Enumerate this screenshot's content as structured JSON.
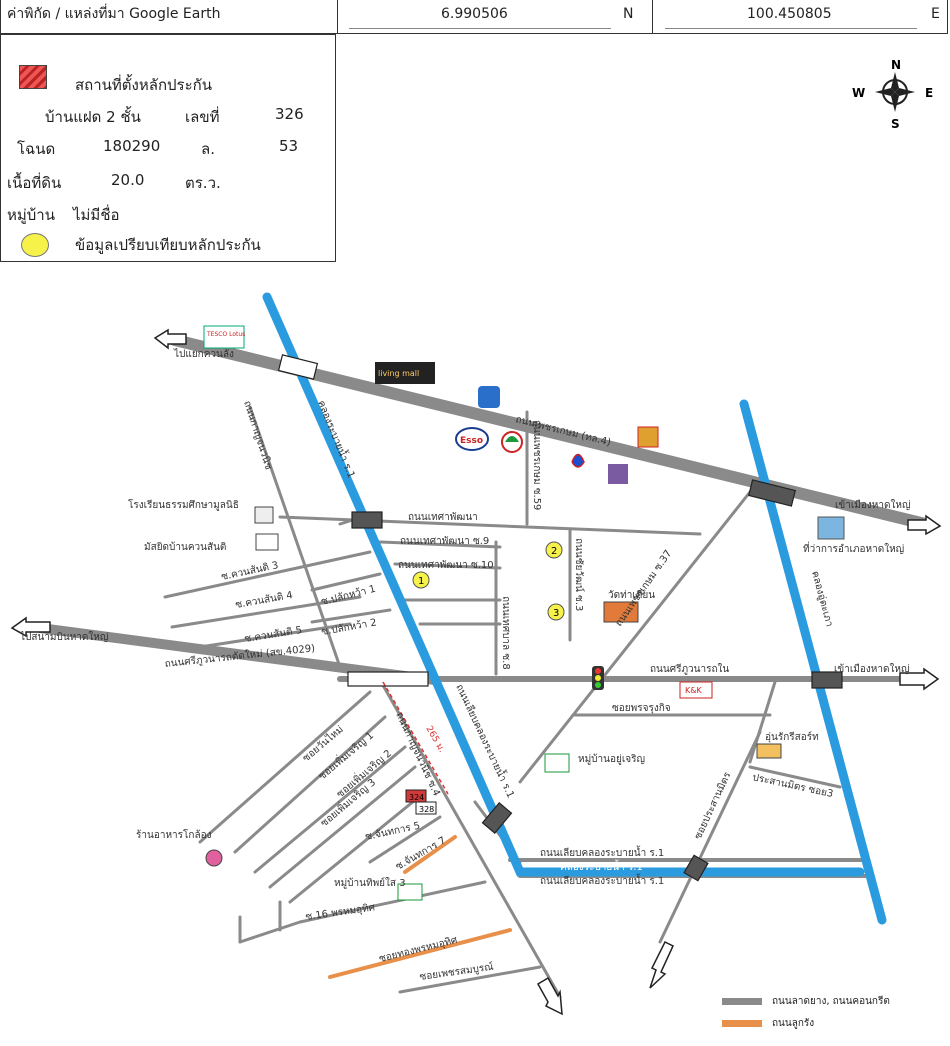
{
  "header": {
    "coords_label": "ค่าพิกัด / แหล่งที่มา Google Earth",
    "latitude": "6.990506",
    "lat_dir": "N",
    "longitude": "100.450805",
    "lon_dir": "E"
  },
  "legend": {
    "collateral_label": "สถานที่ตั้งหลักประกัน",
    "building_type": "บ้านแฝด 2 ชั้น",
    "number_label": "เลขที่",
    "number_value": "326",
    "deed_label": "โฉนด",
    "deed_value": "180290",
    "lot_label": "ล.",
    "lot_value": "53",
    "area_label": "เนื้อที่ดิน",
    "area_value": "20.0",
    "area_unit": "ตร.ว.",
    "village_label": "หมู่บ้าน",
    "village_value": "ไม่มีชื่อ",
    "comparison_label": "ข้อมูลเปรียบเทียบหลักประกัน"
  },
  "compass": {
    "n": "N",
    "s": "S",
    "w": "W",
    "e": "E"
  },
  "map": {
    "colors": {
      "road": "#8a8a8a",
      "canal": "#2b9be0",
      "dirt": "#e8904a",
      "comparison": "#f6f24a",
      "property": "#d23a3a"
    },
    "labels": {
      "petchkasem_road": "ถนนเพชรเกษม (ทล.4)",
      "to_tesco": "ไปแยกควนลัง",
      "tesco": "TESCO Lotus",
      "living_mall": "living mall",
      "to_hatyai_top": "เข้าเมืองหาดใหญ่",
      "to_hatyai_mid": "เข้าเมืองหาดใหญ่",
      "to_airport": "ไปสนามบินหาดใหญ่",
      "district_office": "ที่ว่าการอำเภอหาดใหญ่",
      "school": "โรงเรียนธรรมศึกษามูลนิธิ",
      "mosque": "มัสยิดบ้านควนสันติ",
      "thetsaphatthana": "ถนนเทศาพัฒนา",
      "thetsaphatthana_9": "ถนนเทศาพัฒนา ซ.9",
      "thetsaphatthana_10": "ถนนเทศาพัฒนา ซ.10",
      "kuanshanti_3": "ซ.ควนสันติ 3",
      "kuanshanti_4": "ซ.ควนสันติ 4",
      "kuanshanti_5": "ซ.ควนสันติ 5",
      "plakhaow_1": "ซ.ปลักหว้า 1",
      "plakhaow_2": "ซ.ปลักหว้า 2",
      "phukhamanusorn": "ถนนกาญจนวนิช",
      "road_kuanlang": "ถนนควนลัง ซ.17",
      "phetkasem_59": "ถนนเพชรเกษม ซ.59",
      "chuenprasert": "ถนนเทศบาล ซ.8",
      "chaiwan_3": "ถนนชัยวัฒน์ ซ.3",
      "phetkasem_37": "ถนนเพชรเกษม ซ.37",
      "wat_tha_kian": "วัดท่าเคียน",
      "srikusuan": "ถนนศรีภูวนารถใน",
      "airport_road": "ถนนศรีภูวนารถตัดใหม่ (สข.4029)",
      "canal_road_r1": "ถนนเลียบคลองระบายน้ำ ร.1",
      "canal_road_r1b": "ถนนเลียบคลองระบายน้ำ ร.1",
      "canal_r1": "คลองระบายน้ำ ร.1",
      "canal_r1_left": "คลองระบายน้ำ ร.1",
      "canal_r1_right": "คลองอู่ตะเภา",
      "soi_charoensuk": "ซอยพรจรุงกิจ",
      "village_yoocharoen": "หมู่บ้านอยู่เจริญ",
      "unan_resort": "อุ่นรักรีสอร์ท",
      "prasarn_3": "ประสานมิตร ซอย3",
      "soi_prasarn": "ซอยประสานมิตร",
      "soi_wanmai": "ซอยวันไหม่",
      "soi_thiem_1": "ซอยเพิ่มเจริญ 1",
      "soi_thiem_2": "ซอยเพิ่มเจริญ 2",
      "soi_thiem_3": "ซอยเพิ่มเจริญ 3",
      "restaurant": "ร้านอาหารโกล้อง",
      "kanchanawanich_4": "ถนนกาญจนวนิช ซ.4",
      "distance": "265 ม.",
      "house_a": "324",
      "house_b": "328",
      "chanthakan_5": "ซ.จันทการ 5",
      "chanthakan_7": "ซ.จันทการ 7",
      "village_thipsai": "หมู่บ้านทิพย์ใส 3",
      "phromuthit_16": "ซ.16 พรหมอุทิศ",
      "soi_thong_phromuthit": "ซอยทองพรหมอุทิศ",
      "soi_phetsamboon": "ซอยเพชรสมบูรณ์",
      "esso": "Esso",
      "kk": "K&K"
    },
    "comparisons": [
      "1",
      "2",
      "3"
    ]
  },
  "map_legend": {
    "paved": "ถนนลาดยาง, ถนนคอนกรีต",
    "dirt": "ถนนลูกรัง"
  }
}
